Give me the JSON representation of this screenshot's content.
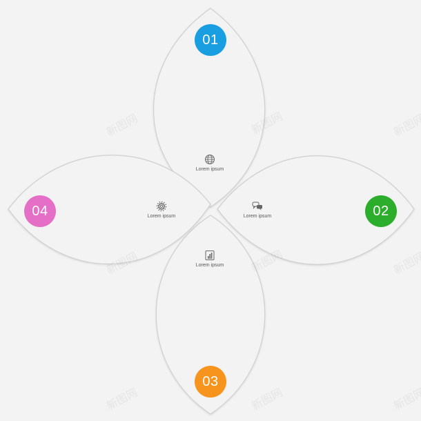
{
  "petals": [
    {
      "number": "01",
      "color": "#1a9ee2",
      "label": "Lorem ipsum",
      "icon": "globe-icon"
    },
    {
      "number": "02",
      "color": "#2cae2c",
      "label": "Lorem ipsum",
      "icon": "chat-bubbles-icon"
    },
    {
      "number": "03",
      "color": "#f7941d",
      "label": "Lorem ipsum",
      "icon": "document-chart-icon"
    },
    {
      "number": "04",
      "color": "#e56fc6",
      "label": "Lorem ipsum",
      "icon": "gear-icon"
    }
  ],
  "watermark": "新图网"
}
